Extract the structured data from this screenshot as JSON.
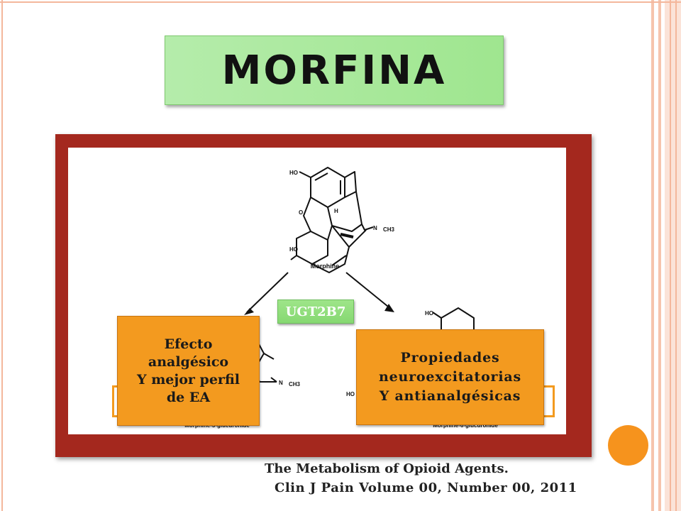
{
  "slide": {
    "title": "MORFINA",
    "citation_line1": "The Metabolism of Opioid Agents.",
    "citation_line2": "Clin J Pain  Volume 00, Number 00,  2011"
  },
  "diagram": {
    "molecule_label": "Morphine",
    "atom_labels": [
      "HO",
      "O",
      "H",
      "N",
      "CH3",
      "HO",
      "HO",
      "N",
      "CH3",
      "HO"
    ],
    "left_product_caption": "Morphine-3-glucuronide",
    "right_product_caption": "Morphine-6-glucuronide",
    "enzyme_label": "UGT2B7",
    "left_box": [
      "Efecto",
      "analgésico",
      "Y mejor perfil",
      "de EA"
    ],
    "right_box": [
      "Propiedades",
      "neuroexcitatorias",
      "Y antianalgésicas"
    ]
  },
  "colors": {
    "panel_red": "#a4281e",
    "title_green": "#a8e89a",
    "box_orange": "#f39a1f",
    "enzyme_green": "#8edc7b",
    "accent_circle": "#f6931d"
  }
}
